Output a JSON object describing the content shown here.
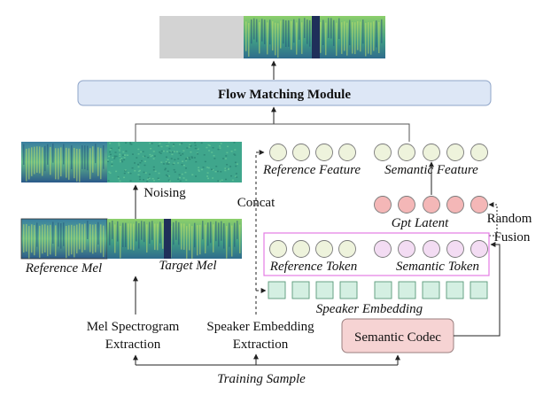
{
  "flow_matching": {
    "label": "Flow Matching Module"
  },
  "labels": {
    "noising": "Noising",
    "concat": "Concat",
    "reference_mel": "Reference Mel",
    "target_mel": "Target Mel",
    "reference_feature": "Reference Feature",
    "semantic_feature": "Semantic Feature",
    "gpt_latent": "Gpt Latent",
    "random": "Random",
    "fusion": "Fusion",
    "reference_token": "Reference Token",
    "semantic_token": "Semantic Token",
    "speaker_embedding": "Speaker Embedding",
    "training_sample": "Training Sample",
    "mel_extraction_line1": "Mel Spectrogram",
    "mel_extraction_line2": "Extraction",
    "speaker_extraction_line1": "Speaker Embedding",
    "speaker_extraction_line2": "Extraction",
    "semantic_codec": "Semantic Codec"
  },
  "colors": {
    "module_fill": "#dde7f6",
    "module_stroke": "#8ea4c8",
    "feature_circle": "#eef3dc",
    "gpt_circle": "#f4b7b7",
    "token_circle_ref": "#eef3dc",
    "token_circle_sem": "#f3dcf3",
    "embed_square": "#d4efe2",
    "codec_fill": "#f6d3d3",
    "token_box": "#e47be4",
    "mask_gray": "#d3d3d3",
    "noise_green": "#3fa68c"
  }
}
